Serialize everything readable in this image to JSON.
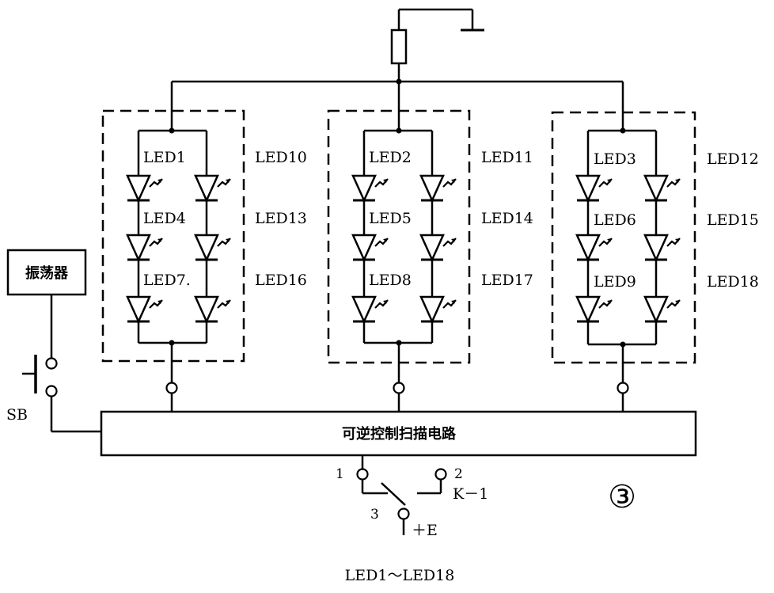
{
  "oscillator_label": "振荡器",
  "switch_sb_label": "SB",
  "scan_circuit_label": "可逆控制扫描电路",
  "switch_k1": {
    "label": "K－1",
    "pin1": "1",
    "pin2": "2",
    "pin3": "3",
    "supply": "＋E"
  },
  "figure_number": "③",
  "caption": "LED1～LED18",
  "groups": [
    {
      "left": [
        "LED1",
        "LED4",
        "LED7."
      ],
      "right": [
        "LED10",
        "LED13",
        "LED16"
      ]
    },
    {
      "left": [
        "LED2",
        "LED5",
        "LED8"
      ],
      "right": [
        "LED11",
        "LED14",
        "LED17"
      ]
    },
    {
      "left": [
        "LED3",
        "LED6",
        "LED9"
      ],
      "right": [
        "LED12",
        "LED15",
        "LED18"
      ]
    }
  ]
}
